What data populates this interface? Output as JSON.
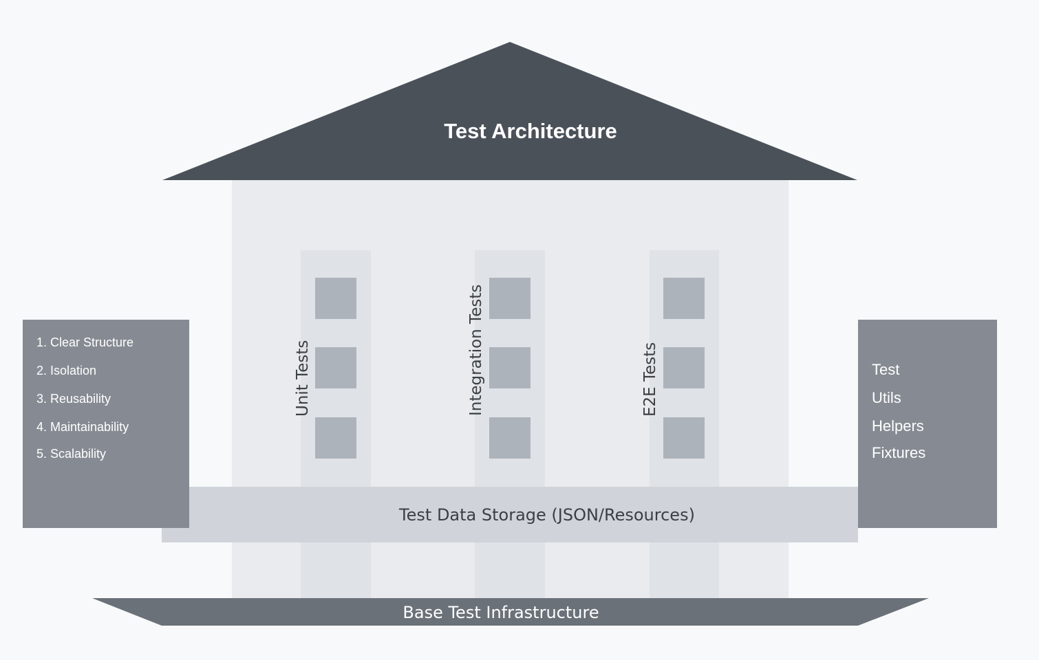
{
  "roof": {
    "title": "Test Architecture"
  },
  "columns": [
    {
      "label": "Unit Tests"
    },
    {
      "label": "Integration Tests"
    },
    {
      "label": "E2E Tests"
    }
  ],
  "storage": {
    "label": "Test Data Storage (JSON/Resources)"
  },
  "foundation": {
    "label": "Base Test Infrastructure"
  },
  "principles": {
    "items": [
      "1. Clear Structure",
      "2. Isolation",
      "3. Reusability",
      "4. Maintainability",
      "5. Scalability"
    ]
  },
  "support": {
    "items": [
      "Test",
      "Utils",
      "Helpers",
      "Fixtures"
    ]
  },
  "colors": {
    "background": "#f7f9fb",
    "roof": "#4b5159",
    "building": "#e9ebee",
    "column": "#dfe2e6",
    "block": "#adb3bb",
    "storage": "#d0d4da",
    "side_panel": "#868b93",
    "foundation": "#6b7178"
  }
}
